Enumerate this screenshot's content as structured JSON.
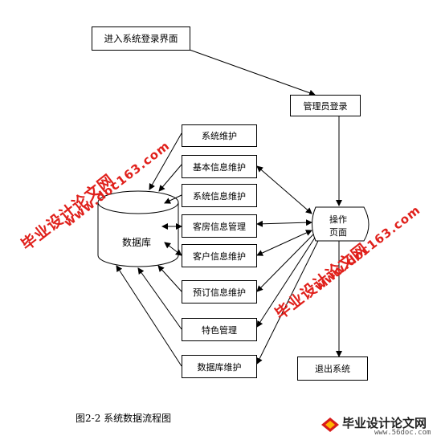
{
  "nodes": {
    "login_screen": "进入系统登录界面",
    "admin_login": "管理员登录",
    "system_maintenance": "系统维护",
    "basic_info": "基本信息维护",
    "system_info": "系统信息维护",
    "room_info": "客房信息管理",
    "customer_info": "客户信息维护",
    "booking_info": "预订信息维护",
    "special_mgmt": "特色管理",
    "db_maintenance": "数据库维护",
    "database": "数据库",
    "operation_page_line1": "操作",
    "operation_page_line2": "页面",
    "exit_system": "退出系统"
  },
  "caption": "图2-2   系统数据流程图",
  "watermarks": {
    "site_cn": "毕业设计论文网",
    "site_url": "www.doc163.com"
  },
  "logo": {
    "text": "毕业设计论文网",
    "url": "www.56doc.com"
  },
  "colors": {
    "watermark": "#e0201b",
    "line": "#000000"
  }
}
